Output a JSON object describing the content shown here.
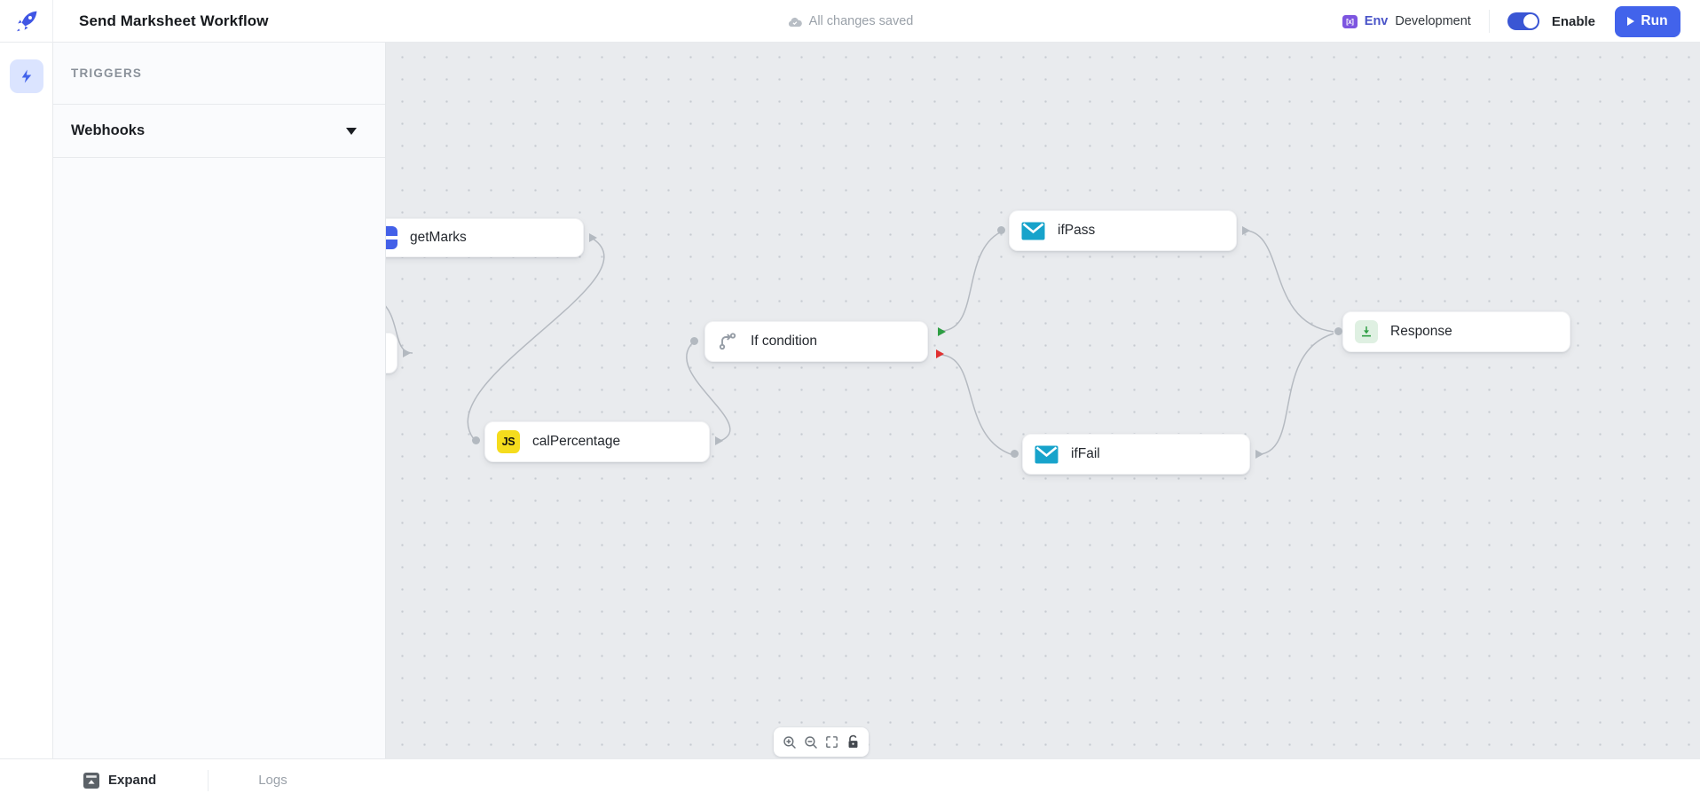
{
  "header": {
    "title": "Send Marksheet Workflow",
    "save_status": "All changes saved",
    "env_icon_glyph": "[x]",
    "env_label": "Env",
    "env_value": "Development",
    "enable_label": "Enable",
    "run_label": "Run"
  },
  "sidebar": {
    "section_title": "TRIGGERS",
    "items": {
      "webhooks": {
        "label": "Webhooks",
        "state": "collapsed"
      }
    }
  },
  "canvas": {
    "nodes": {
      "getMarks": {
        "label": "getMarks",
        "icon": "api-blue-icon"
      },
      "calPercentage": {
        "label": "calPercentage",
        "icon": "javascript-icon"
      },
      "ifCondition": {
        "label": "If condition",
        "icon": "branch-icon"
      },
      "ifPass": {
        "label": "ifPass",
        "icon": "mail-icon"
      },
      "ifFail": {
        "label": "ifFail",
        "icon": "mail-icon"
      },
      "response": {
        "label": "Response",
        "icon": "return-icon"
      }
    },
    "toolbar_buttons": [
      "zoom-in",
      "zoom-out",
      "fit-view",
      "lock"
    ]
  },
  "footer": {
    "expand_label": "Expand",
    "logs_label": "Logs"
  },
  "colors": {
    "accent": "#4263eb",
    "toggle_on": "#3a56d4",
    "env_purple": "#7d55e0",
    "js_yellow": "#f5dc1d",
    "mail_cyan": "#17a3cb",
    "true_port_green": "#2f9e44",
    "false_port_red": "#e03131",
    "canvas_bg": "#e9ebee",
    "edge_gray": "#b5bac1"
  }
}
